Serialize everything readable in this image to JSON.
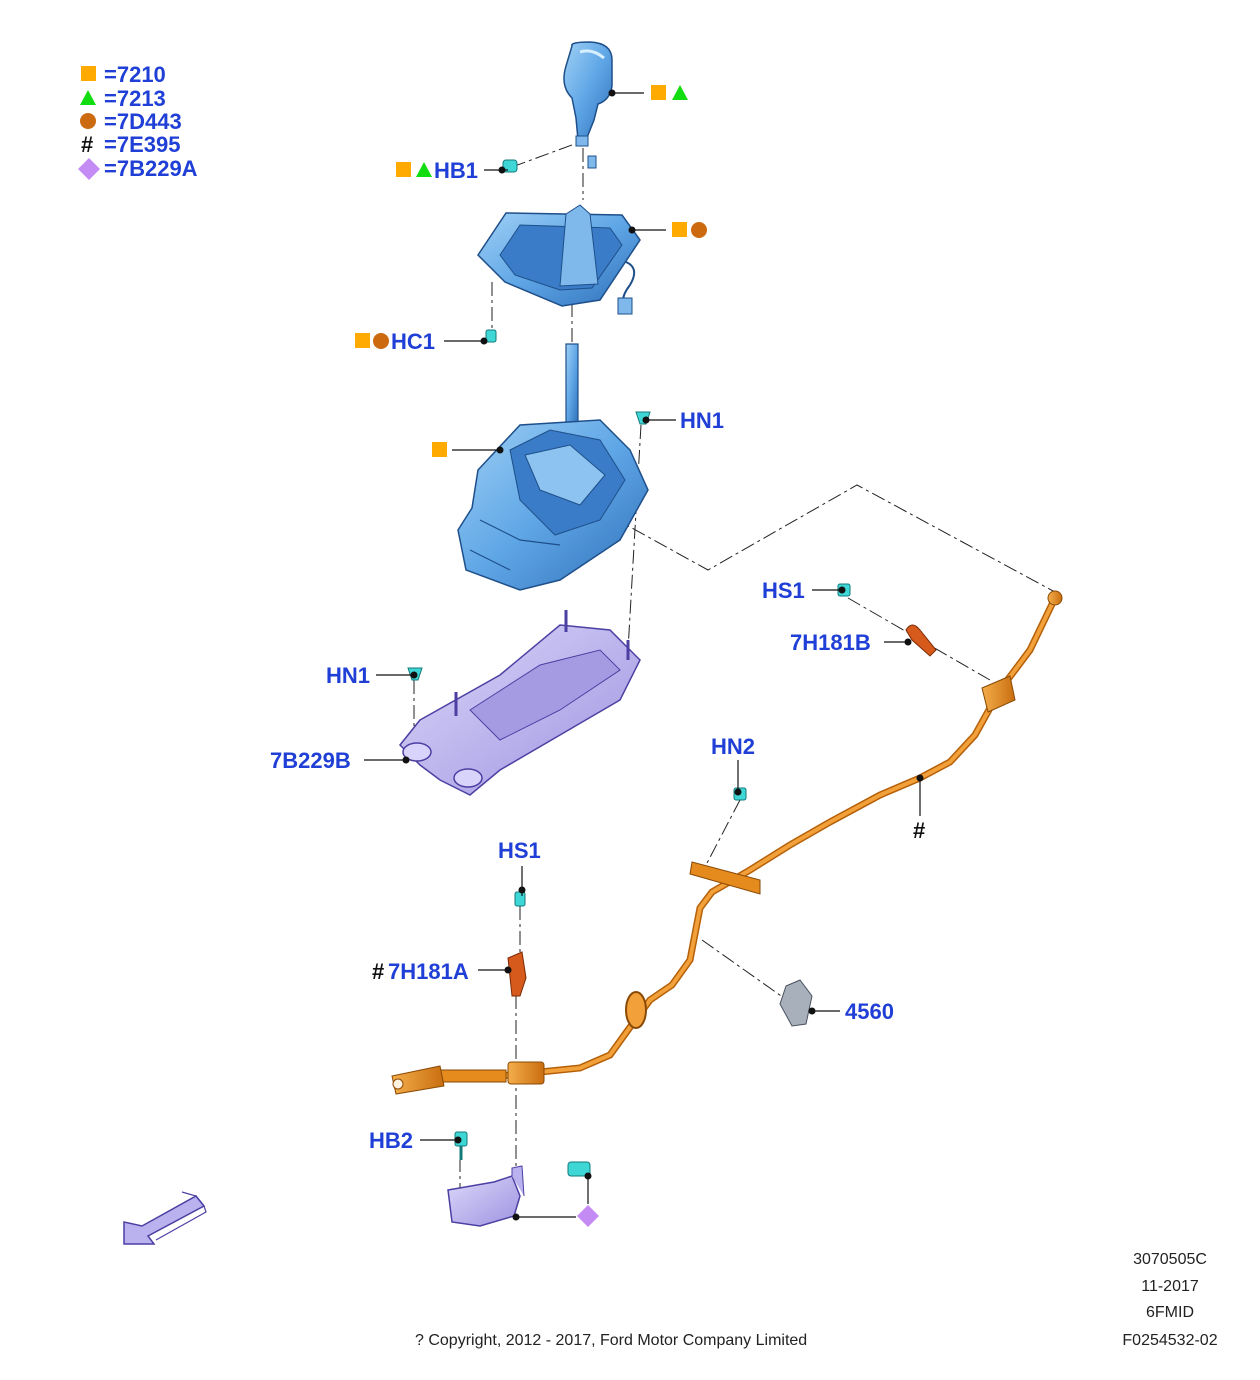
{
  "legend": [
    {
      "symbol": "square",
      "color": "#ffaa00",
      "code": "=7210"
    },
    {
      "symbol": "triangle",
      "color": "#11dd11",
      "code": "=7213"
    },
    {
      "symbol": "circle",
      "color": "#cc6a10",
      "code": "=7D443"
    },
    {
      "symbol": "hash",
      "color": "#111111",
      "code": "=7E395"
    },
    {
      "symbol": "diamond",
      "color": "#c58bf5",
      "code": "=7B229A"
    }
  ],
  "labels": {
    "hb1": "HB1",
    "hc1": "HC1",
    "hn1_top": "HN1",
    "hn1_left": "HN1",
    "b7b229b": "7B229B",
    "hs1_right": "HS1",
    "h7h181b": "7H181B",
    "hn2": "HN2",
    "hs1_lower": "HS1",
    "h7h181a": "7H181A",
    "hash_prefix": "#",
    "cable_hash": "#",
    "p4560": "4560",
    "hb2": "HB2"
  },
  "footer": {
    "code": "3070505C",
    "date": "11-2017",
    "model": "6FMID",
    "figure": "F0254532-02",
    "copyright": "? Copyright, 2012 - 2017, Ford Motor Company Limited"
  },
  "colors": {
    "label": "#1f3fd6",
    "part_blue": "#5fa6e6",
    "part_lavender": "#b9b2ee",
    "cable_orange": "#e58a1c",
    "clip_cyan": "#3fd6d6",
    "pin_red": "#d65a1c",
    "gray_clip": "#a8b0bc"
  },
  "icons": [
    "direction-arrow-icon"
  ]
}
